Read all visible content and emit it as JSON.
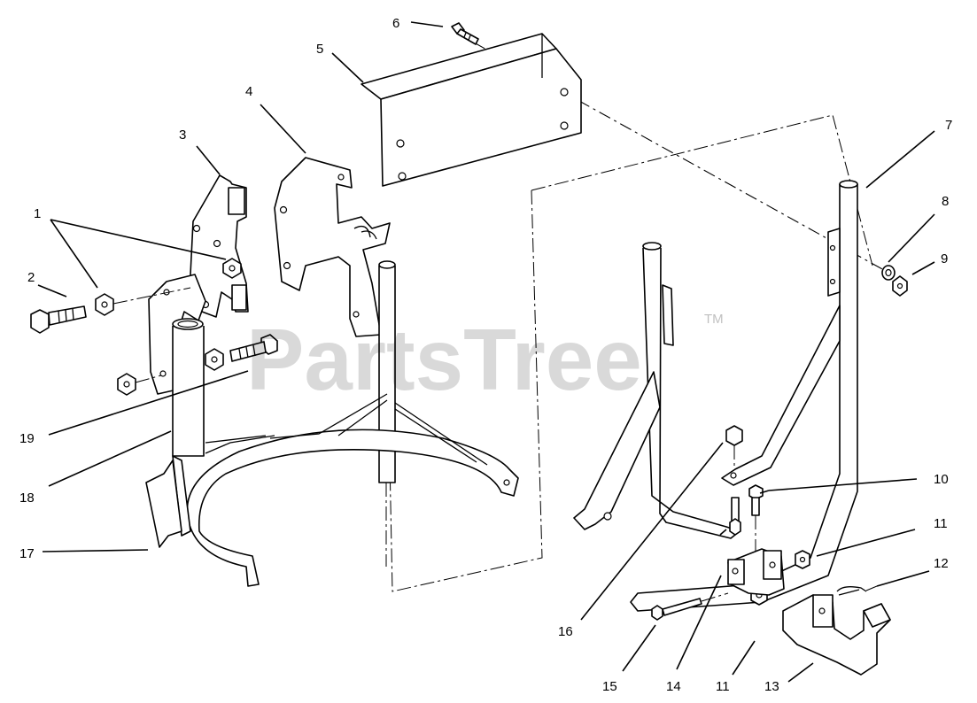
{
  "watermark": {
    "text": "PartsTree",
    "trademark": "TM"
  },
  "callouts": {
    "c1": "1",
    "c2": "2",
    "c3": "3",
    "c4": "4",
    "c5": "5",
    "c6": "6",
    "c7": "7",
    "c8": "8",
    "c9": "9",
    "c10": "10",
    "c11a": "11",
    "c11b": "11",
    "c12": "12",
    "c13": "13",
    "c14": "14",
    "c15": "15",
    "c16": "16",
    "c17": "17",
    "c18": "18",
    "c19": "19"
  },
  "colors": {
    "line": "#000000",
    "background": "#ffffff",
    "watermark": "#bdbdbd"
  }
}
